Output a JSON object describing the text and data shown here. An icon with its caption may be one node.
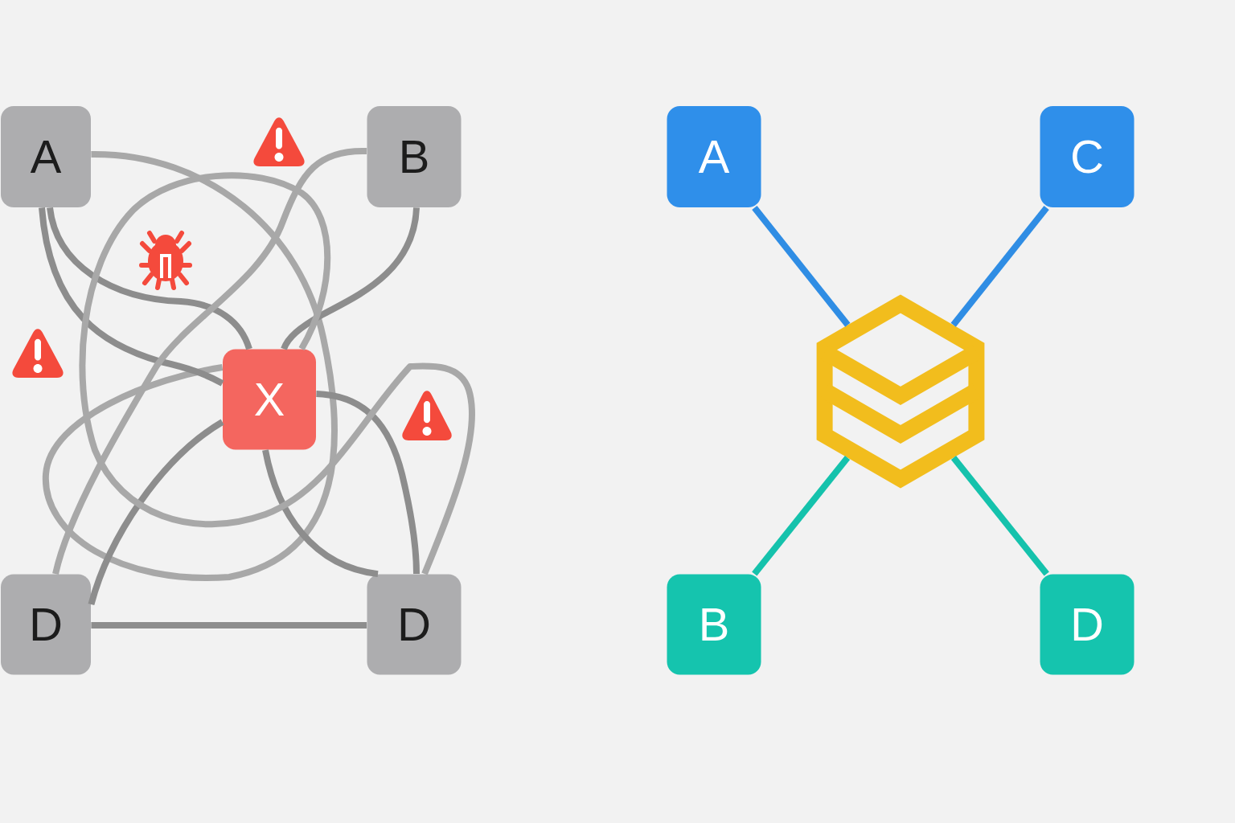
{
  "diagram": {
    "nodes": [
      {
        "text": [
          "A"
        ]
      },
      {
        "text": [
          "B"
        ]
      },
      {
        "text": [
          "X"
        ]
      },
      {
        "text": [
          "D"
        ]
      },
      {
        "text": [
          "D"
        ]
      },
      {
        "text": [
          "A"
        ]
      },
      {
        "text": [
          "C"
        ]
      },
      {
        "text": [],
        "shape": "hexagon"
      },
      {
        "text": [
          "B"
        ]
      },
      {
        "text": [
          "D"
        ]
      }
    ],
    "edges": [
      {
        "from": 0,
        "to": 2,
        "arrow": "none",
        "color": "#a8a8a8"
      },
      {
        "from": 0,
        "to": 2,
        "arrow": "none"
      },
      {
        "from": 0,
        "to": 2,
        "arrow": "none"
      },
      {
        "from": 1,
        "to": 3,
        "arrow": "none",
        "color": "#a8a8a8"
      },
      {
        "from": 1,
        "to": 2,
        "arrow": "none"
      },
      {
        "from": 2,
        "to": 4,
        "arrow": "none"
      },
      {
        "from": 2,
        "to": 3,
        "arrow": "none"
      },
      {
        "from": 2,
        "to": 4,
        "arrow": "none"
      },
      {
        "from": 3,
        "to": 4,
        "arrow": "none"
      },
      {
        "from": 4,
        "to": 2,
        "arrow": "none",
        "color": "#a8a8a8"
      },
      {
        "from": 5,
        "to": 7,
        "arrow": "none",
        "color": "#2f8de4"
      },
      {
        "from": 6,
        "to": 7,
        "arrow": "none",
        "color": "#2f8de4"
      },
      {
        "from": 8,
        "to": 7,
        "arrow": "none",
        "color": "#15c2ac"
      },
      {
        "from": 9,
        "to": 7,
        "arrow": "none",
        "color": "#15c2ac"
      }
    ]
  }
}
